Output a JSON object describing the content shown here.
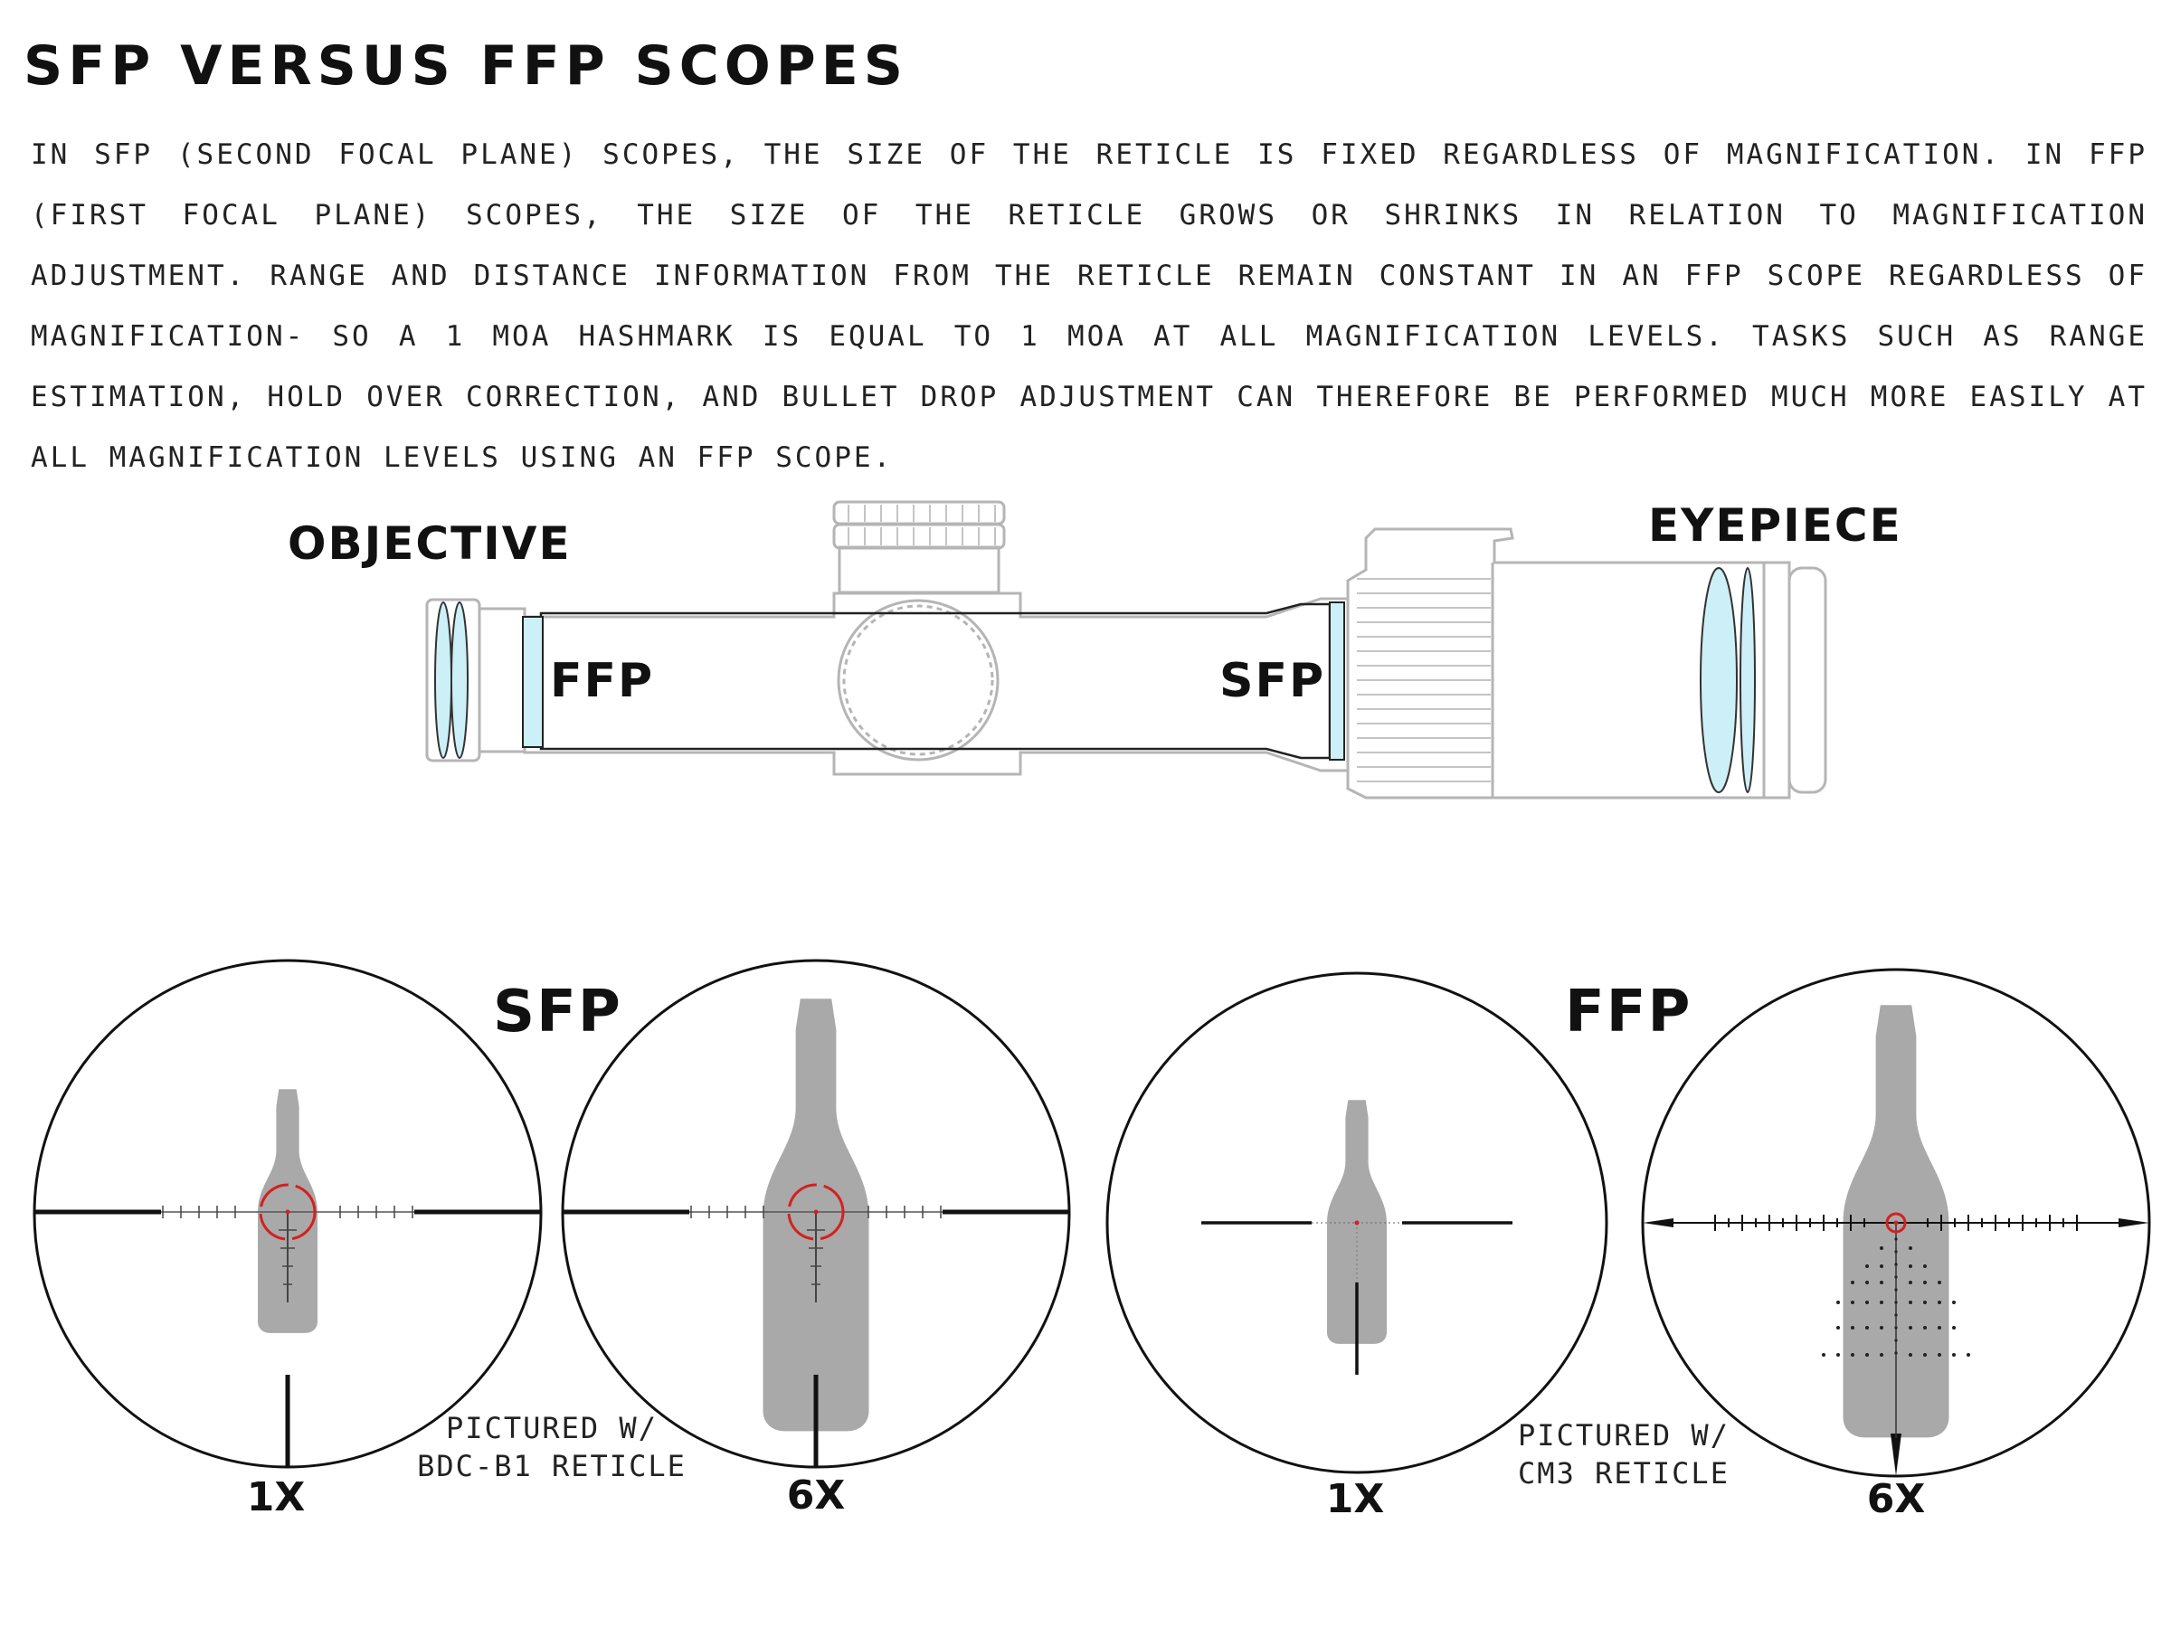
{
  "header": {
    "title": "SFP VERSUS FFP SCOPES",
    "description": "IN SFP (SECOND FOCAL PLANE) SCOPES, THE SIZE OF THE RETICLE IS FIXED REGARDLESS OF MAGNIFICATION. IN FFP (FIRST FOCAL PLANE) SCOPES, THE SIZE OF THE RETICLE GROWS OR SHRINKS IN RELATION TO MAGNIFICATION ADJUSTMENT. RANGE AND DISTANCE INFORMATION FROM THE RETICLE REMAIN CONSTANT IN AN FFP SCOPE REGARDLESS OF MAGNIFICATION- SO A 1 MOA HASHMARK IS EQUAL TO 1 MOA AT ALL MAGNIFICATION LEVELS. TASKS SUCH AS RANGE ESTIMATION, HOLD OVER CORRECTION, AND BULLET DROP ADJUSTMENT CAN THEREFORE BE PERFORMED MUCH MORE EASILY AT ALL MAGNIFICATION LEVELS USING AN FFP SCOPE."
  },
  "scope_diagram": {
    "objective_label": "OBJECTIVE",
    "eyepiece_label": "EYEPIECE",
    "ffp_plane_label": "FFP",
    "sfp_plane_label": "SFP"
  },
  "sfp_group": {
    "heading": "SFP",
    "caption_line1": "PICTURED W/",
    "caption_line2": "BDC-B1 RETICLE",
    "low_mag_label": "1X",
    "high_mag_label": "6X"
  },
  "ffp_group": {
    "heading": "FFP",
    "caption_line1": "PICTURED W/",
    "caption_line2": "CM3 RETICLE",
    "low_mag_label": "1X",
    "high_mag_label": "6X"
  },
  "colors": {
    "lens_fill": "#cdeff7",
    "scope_outline": "#b5b5b5",
    "bottle": "#a9a9a9",
    "reticle_red": "#d42020",
    "ink": "#111111"
  }
}
